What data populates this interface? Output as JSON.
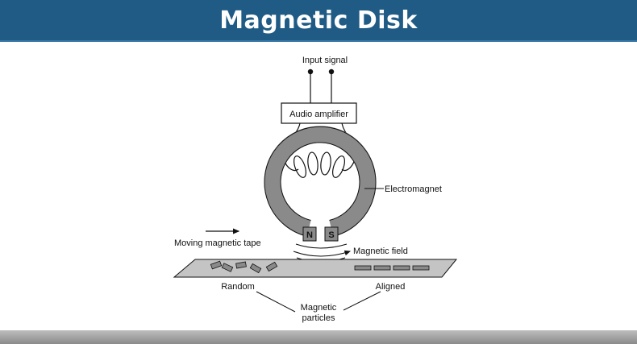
{
  "slide": {
    "title": "Magnetic Disk"
  },
  "diagram": {
    "input_signal": "Input signal",
    "audio_amplifier": "Audio amplifier",
    "electromagnet": "Electromagnet",
    "pole_north": "N",
    "pole_south": "S",
    "moving_tape": "Moving magnetic tape",
    "magnetic_field": "Magnetic field",
    "random": "Random",
    "aligned": "Aligned",
    "particles_line1": "Magnetic",
    "particles_line2": "particles"
  },
  "colors": {
    "title_bar": "#1f5b85",
    "ring": "#8a8a8a",
    "tape": "#c4c4c4"
  }
}
